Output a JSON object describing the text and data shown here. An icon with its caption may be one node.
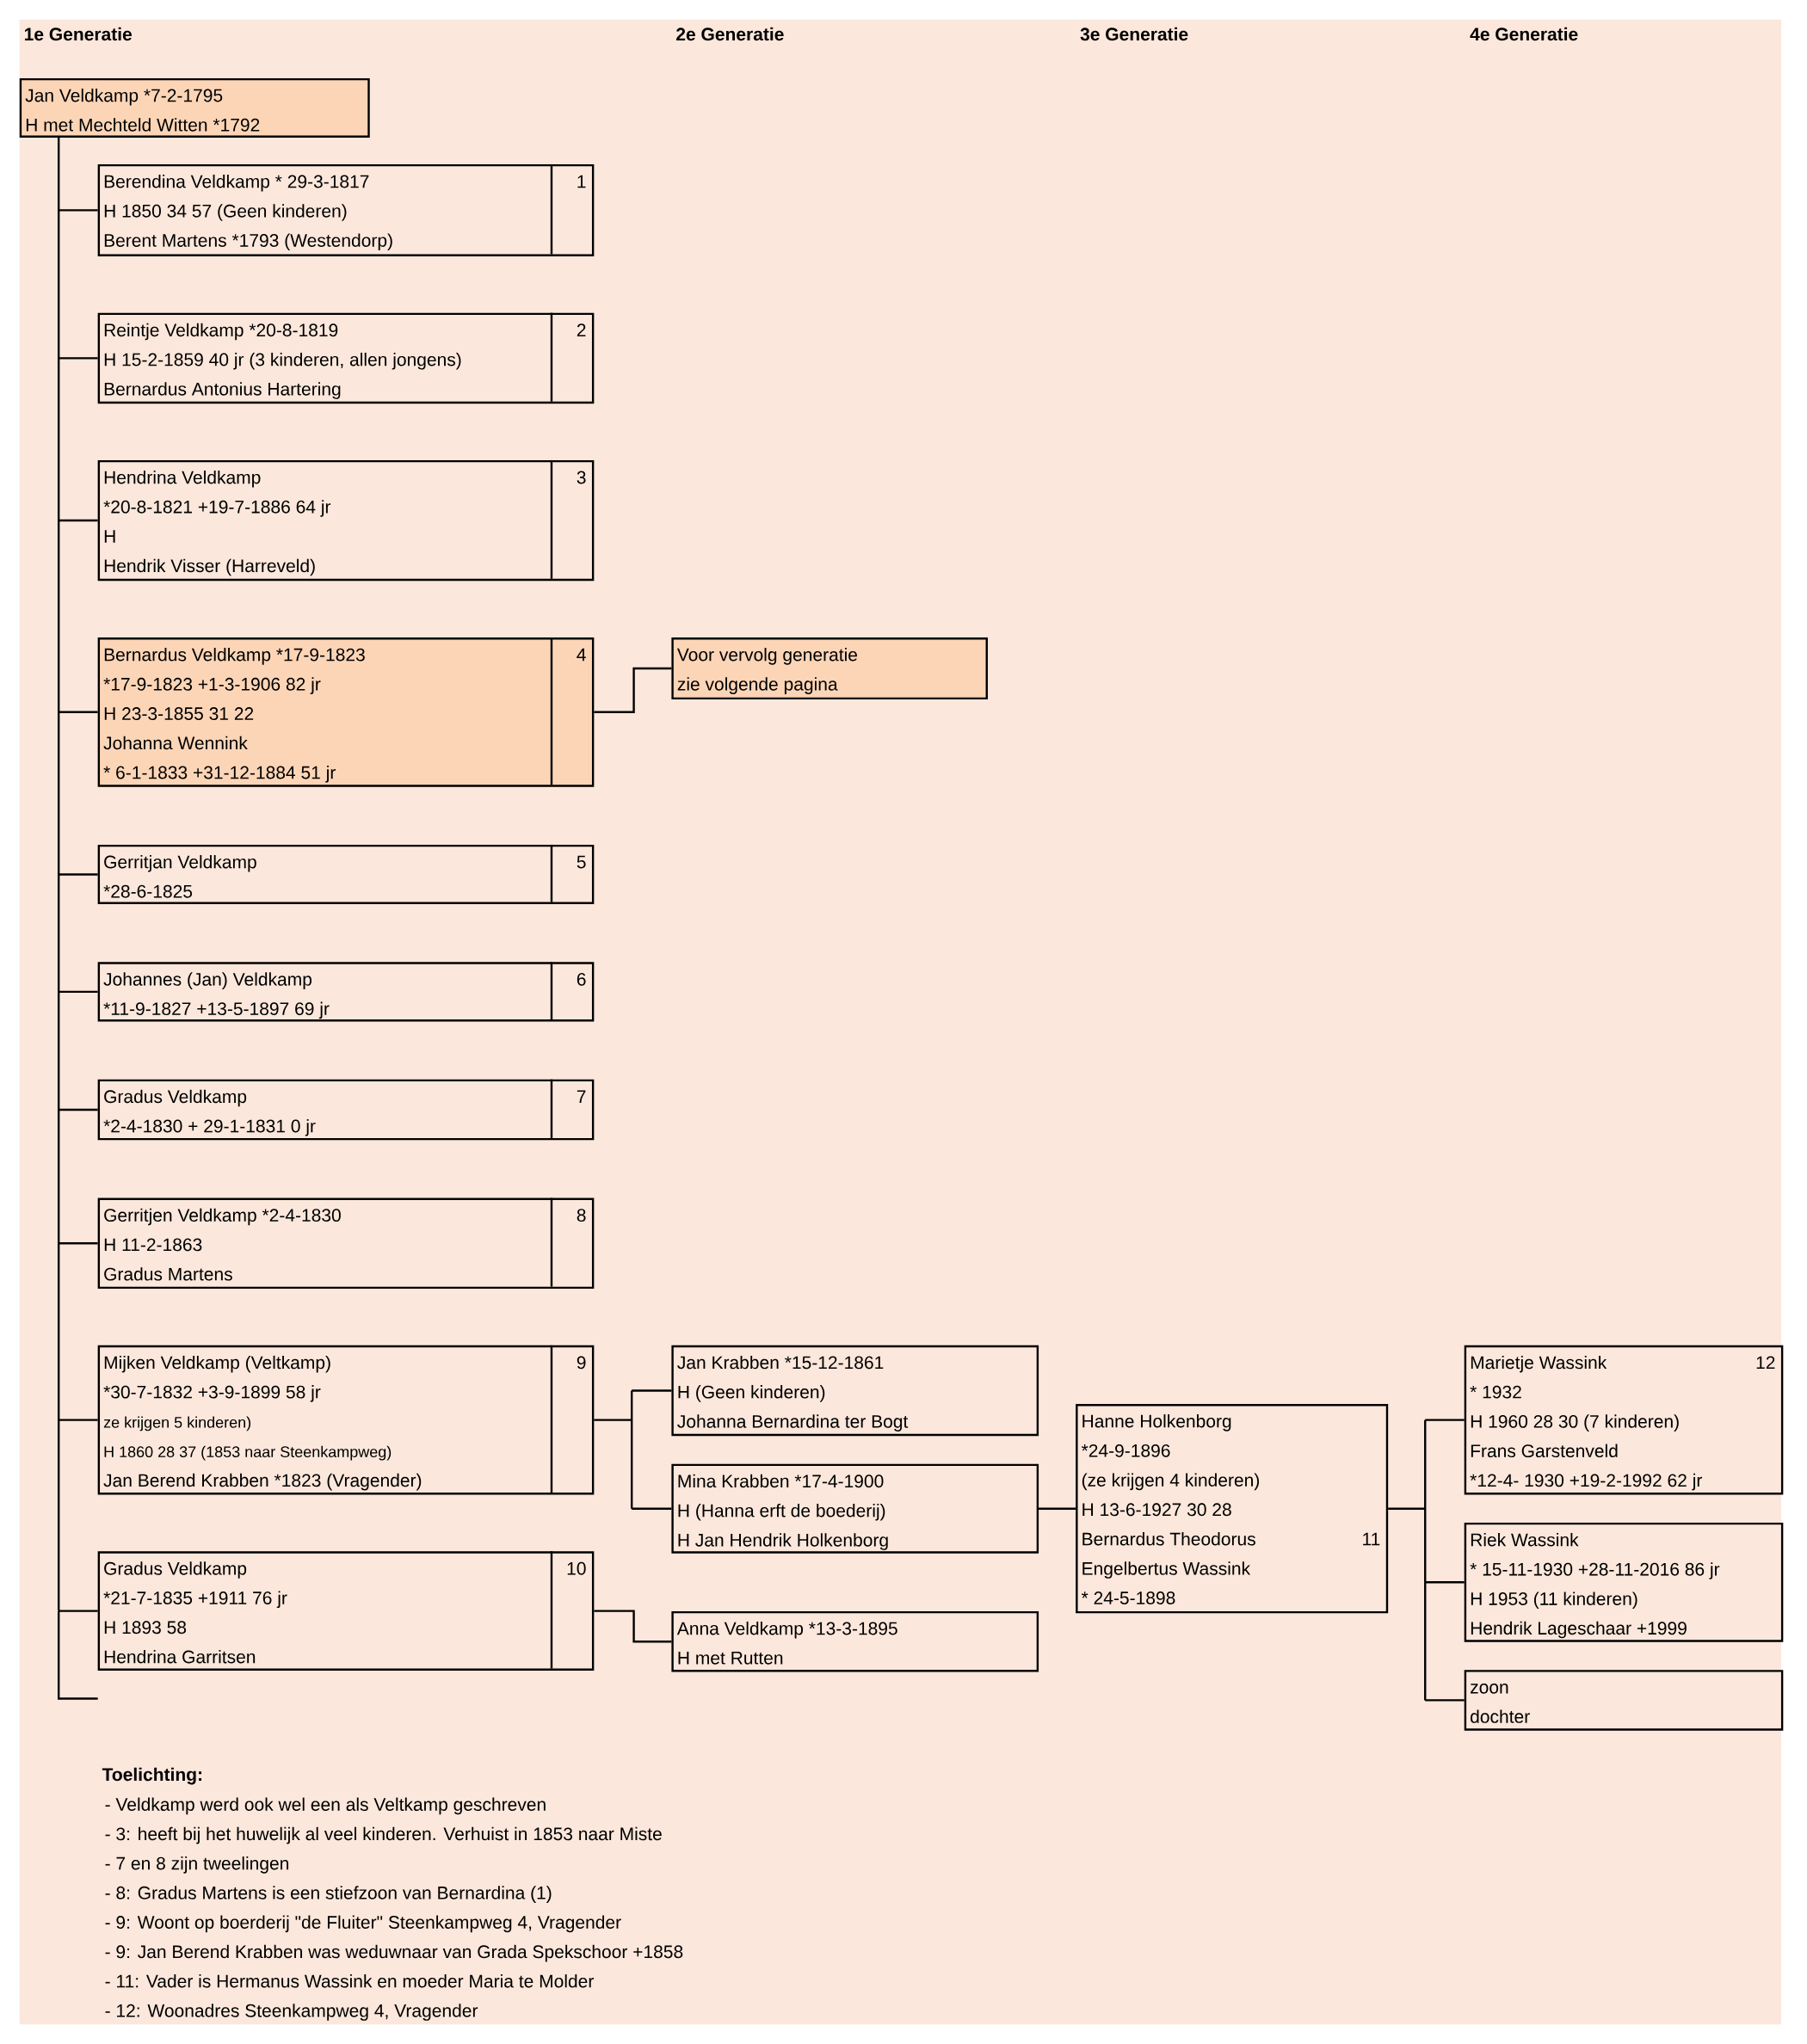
{
  "diagram": {
    "nodes": [
      {
        "text": [
          "Jan Veldkamp *7-2-1795",
          "H met Mechteld Witten  *1792"
        ]
      },
      {
        "text": [
          "Berendina Veldkamp * 29-3-1817",
          "H 1850     34       57     (Geen kinderen)",
          "Berent Martens *1793  (Westendorp)",
          "1"
        ]
      },
      {
        "text": [
          "Reintje Veldkamp *20-8-1819",
          "H 15-2-1859 40 jr  (3 kinderen, allen jongens)",
          "Bernardus Antonius Hartering",
          "2"
        ]
      },
      {
        "text": [
          "Hendrina Veldkamp",
          "*20-8-1821 +19-7-1886  64 jr",
          "H",
          "Hendrik Visser (Harreveld)",
          "3"
        ]
      },
      {
        "text": [
          "Bernardus Veldkamp *17-9-1823",
          "*17-9-1823   +1-3-1906    82 jr",
          "H 23-3-1855   31     22",
          "Johanna Wennink",
          "* 6-1-1833    +31-12-1884      51 jr",
          "4"
        ]
      },
      {
        "text": [
          "Gerritjan  Veldkamp",
          "*28-6-1825",
          "5"
        ]
      },
      {
        "text": [
          "Johannes (Jan) Veldkamp",
          "*11-9-1827 +13-5-1897    69 jr",
          "6"
        ]
      },
      {
        "text": [
          "Gradus Veldkamp",
          "*2-4-1830  + 29-1-1831    0 jr",
          "7"
        ]
      },
      {
        "text": [
          "Gerritjen Veldkamp *2-4-1830",
          "H 11-2-1863",
          "Gradus Martens",
          "8"
        ]
      },
      {
        "text": [
          "Mijken Veldkamp  (Veltkamp)",
          "*30-7-1832 +3-9-1899    58 jr",
          "ze krijgen 5 kinderen)",
          "H 1860   28  37    (1853 naar Steenkampweg)",
          "Jan Berend Krabben *1823  (Vragender)",
          "9"
        ]
      },
      {
        "text": [
          "Gradus Veldkamp",
          "*21-7-1835         +1911         76 jr",
          "H 1893    58",
          "Hendrina Garritsen",
          "10"
        ]
      },
      {
        "text": [
          "Voor vervolg generatie",
          "zie volgende pagina"
        ]
      },
      {
        "text": [
          "Jan Krabben *15-12-1861",
          "H   (Geen kinderen)",
          "Johanna Bernardina ter Bogt"
        ]
      },
      {
        "text": [
          "Mina Krabben *17-4-1900",
          "H    (Hanna erft de boederij)",
          "H Jan Hendrik Holkenborg"
        ]
      },
      {
        "text": [
          "Anna  Veldkamp *13-3-1895",
          "H met Rutten"
        ]
      },
      {
        "text": [
          "Hanne Holkenborg",
          "*24-9-1896",
          "(ze krijgen 4 kinderen)",
          "H 13-6-1927   30  28",
          "Bernardus Theodorus",
          "11",
          "Engelbertus Wassink",
          "* 24-5-1898"
        ]
      },
      {
        "text": [
          "Marietje Wassink",
          "12",
          "* 1932",
          "H 1960  28  30 (7 kinderen)",
          "Frans Garstenveld",
          "*12-4- 1930 +19-2-1992 62 jr"
        ]
      },
      {
        "text": [
          "Riek Wassink",
          "* 15-11-1930 +28-11-2016  86 jr",
          "H  1953    (11 kinderen)",
          "Hendrik Lageschaar    +1999"
        ]
      },
      {
        "text": [
          "zoon",
          "dochter"
        ]
      }
    ],
    "edges": [
      {
        "from": 0,
        "to": 1,
        "arrow": "none"
      },
      {
        "from": 0,
        "to": 2,
        "arrow": "none"
      },
      {
        "from": 0,
        "to": 3,
        "arrow": "none"
      },
      {
        "from": 0,
        "to": 4,
        "arrow": "none"
      },
      {
        "from": 0,
        "to": 5,
        "arrow": "none"
      },
      {
        "from": 0,
        "to": 6,
        "arrow": "none"
      },
      {
        "from": 0,
        "to": 7,
        "arrow": "none"
      },
      {
        "from": 0,
        "to": 8,
        "arrow": "none"
      },
      {
        "from": 0,
        "to": 9,
        "arrow": "none"
      },
      {
        "from": 0,
        "to": 10,
        "arrow": "none"
      },
      {
        "from": 4,
        "to": 11,
        "arrow": "none"
      },
      {
        "from": 9,
        "to": 12,
        "arrow": "none"
      },
      {
        "from": 9,
        "to": 13,
        "arrow": "none"
      },
      {
        "from": 10,
        "to": 14,
        "arrow": "none"
      },
      {
        "from": 13,
        "to": 15,
        "arrow": "none"
      },
      {
        "from": 15,
        "to": 16,
        "arrow": "none"
      },
      {
        "from": 15,
        "to": 17,
        "arrow": "none"
      },
      {
        "from": 15,
        "to": 18,
        "arrow": "none"
      }
    ],
    "labels": [
      "1e Generatie",
      "2e Generatie",
      "3e Generatie",
      "4e Generatie",
      "Toelichting:",
      "- Veldkamp werd ook wel een als Veltkamp geschreven",
      "- 3:  heeft bij het huwelijk al veel kinderen. Verhuist in 1853 naar Miste",
      "- 7 en 8 zijn tweelingen",
      "- 8:  Gradus Martens is een stiefzoon van Bernardina (1)",
      "- 9:   Woont op boerderij \"de Fluiter\" Steenkampweg 4, Vragender",
      "- 9:  Jan Berend Krabben was weduwnaar van Grada Spekschoor +1858",
      "- 11: Vader is Hermanus Wassink en moeder Maria te Molder",
      "- 12: Woonadres Steenkampweg 4, Vragender"
    ]
  }
}
